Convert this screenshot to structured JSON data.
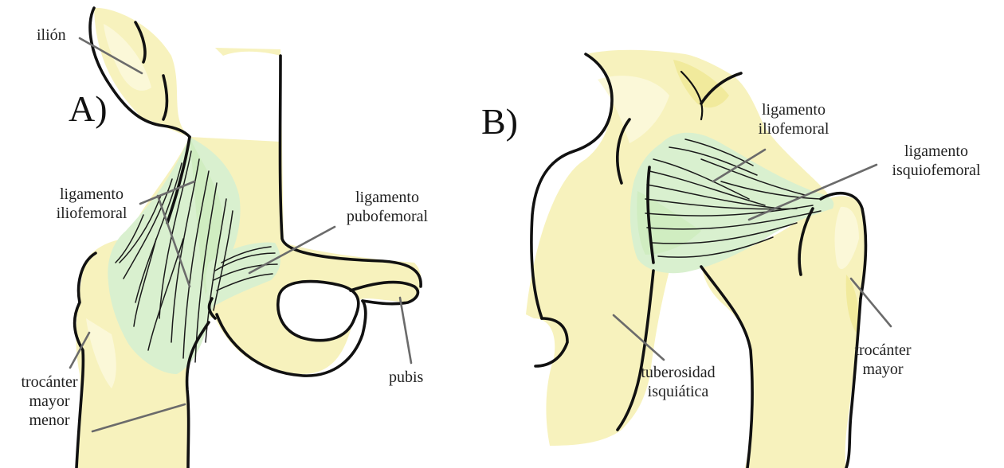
{
  "panels": {
    "a": {
      "letter": "A)",
      "labels": {
        "ilion": "ilión",
        "iliofemoral_1": "ligamento",
        "iliofemoral_2": "iliofemoral",
        "pubofemoral_1": "ligamento",
        "pubofemoral_2": "pubofemoral",
        "trocanter_1": "trocánter",
        "trocanter_2": "mayor",
        "trocanter_3": "menor",
        "pubis": "pubis"
      }
    },
    "b": {
      "letter": "B)",
      "labels": {
        "iliofemoral_1": "ligamento",
        "iliofemoral_2": "iliofemoral",
        "isquiofemoral_1": "ligamento",
        "isquiofemoral_2": "isquiofemoral",
        "tuberosidad_1": "tuberosidad",
        "tuberosidad_2": "isquiática",
        "trocanter_1": "trocánter",
        "trocanter_2": "mayor"
      }
    }
  },
  "colors": {
    "bone": "#f7f2bd",
    "ligament": "#d9f0cf",
    "outline": "#111111",
    "leader": "#6b6b6b"
  }
}
